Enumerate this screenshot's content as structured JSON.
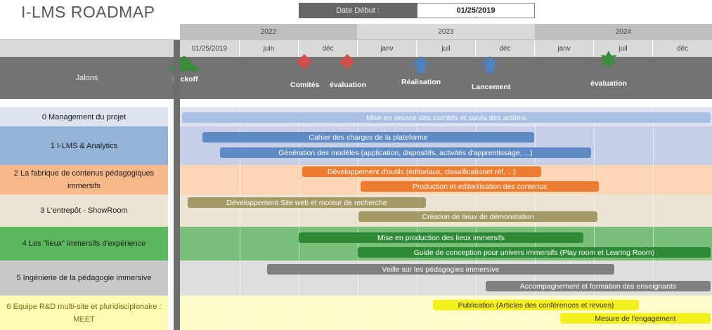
{
  "title": "I-LMS ROADMAP",
  "start_date": {
    "label": "Date Début :",
    "value": "01/25/2019"
  },
  "years": [
    "2022",
    "2023",
    "2024"
  ],
  "months": [
    "01/25/2019",
    "juin",
    "déc",
    "janv",
    "juil",
    "déc",
    "janv",
    "juil",
    "déc"
  ],
  "jalons_label": "Jalons",
  "milestones": [
    {
      "label": "Kickoff",
      "icon": "triangle-icon",
      "color": "#3d8b3d"
    },
    {
      "label": "Comités",
      "icon": "diamond-icon",
      "color": "#d0504b"
    },
    {
      "label": "évaluation",
      "icon": "diamond-icon",
      "color": "#d0504b"
    },
    {
      "label": "Réalisation",
      "icon": "arrow-up-icon",
      "color": "#4f81bd"
    },
    {
      "label": "Lancement",
      "icon": "arrow-up-icon",
      "color": "#4f81bd"
    },
    {
      "label": "évaluation",
      "icon": "star-icon",
      "color": "#3d8b3d"
    }
  ],
  "rows": [
    {
      "label": "0 Management du projet",
      "band_color": "#dde2ef",
      "label_color": "#dde2ef",
      "text_color": "#1a1a1a",
      "bars": [
        {
          "label": "Mise en oeuvre des comités et suivis des actions",
          "color": "#a9bfe3"
        }
      ]
    },
    {
      "label": "1 I-LMS & Analytics",
      "band_color": "#c5d0e8",
      "label_color": "#95b3d7",
      "text_color": "#1a1a1a",
      "bars": [
        {
          "label": "Cahier des charges de la plateforme",
          "color": "#5f8ac4"
        },
        {
          "label": "Génération des modèles (application, dispositifs, activités d'apprentissage, ...)",
          "color": "#5f8ac4"
        }
      ]
    },
    {
      "label": "2 La fabrique de contenus pédagogiques immersifs",
      "band_color": "#fcd5b5",
      "label_color": "#f9b98a",
      "text_color": "#1a1a1a",
      "bars": [
        {
          "label": "Développement d'outils  (éditoriaux, classificationet réf, ...)",
          "color": "#ed7d31"
        },
        {
          "label": "Production et editorilisation des contenus",
          "color": "#ed7d31"
        }
      ]
    },
    {
      "label": "3 L'entrepôt - ShowRoom",
      "band_color": "#ece4d2",
      "label_color": "#ece4d2",
      "text_color": "#1a1a1a",
      "bars": [
        {
          "label": "Développement Site web et moteur de recherche",
          "color": "#a59a66"
        },
        {
          "label": "Création de lieux de démonstation",
          "color": "#a59a66"
        }
      ]
    },
    {
      "label": "4 Les \"lieux\" immersifs d'expérience",
      "band_color": "#79c07b",
      "label_color": "#5cb85c",
      "text_color": "#1a1a1a",
      "bars": [
        {
          "label": "Mise en production des lieux immersifs",
          "color": "#2f8a37"
        },
        {
          "label": "Guide de conception pour univers immersifs (Play room et Learing Room)",
          "color": "#2f8a37"
        }
      ]
    },
    {
      "label": "5 Ingénierie de la pédagogie immersive",
      "band_color": "#dedede",
      "label_color": "#c9c9c9",
      "text_color": "#1a1a1a",
      "bars": [
        {
          "label": "Veille sur les pédagogies immersive",
          "color": "#7f7f7f"
        },
        {
          "label": "Accompagnement et formation des enseignants",
          "color": "#7f7f7f"
        }
      ]
    },
    {
      "label": "6 Equipe R&D multi-site et pluridisciplonaire : MEET",
      "band_color": "#fffccc",
      "label_color": "#fffbb3",
      "text_color": "#7a6a10",
      "bars": [
        {
          "label": "Publication (Articles des conférences et revues)",
          "color": "#f4ef1f",
          "text_color": "#333333"
        },
        {
          "label": "Mesure de l'engagement",
          "color": "#f4ef1f",
          "text_color": "#333333"
        }
      ]
    }
  ]
}
